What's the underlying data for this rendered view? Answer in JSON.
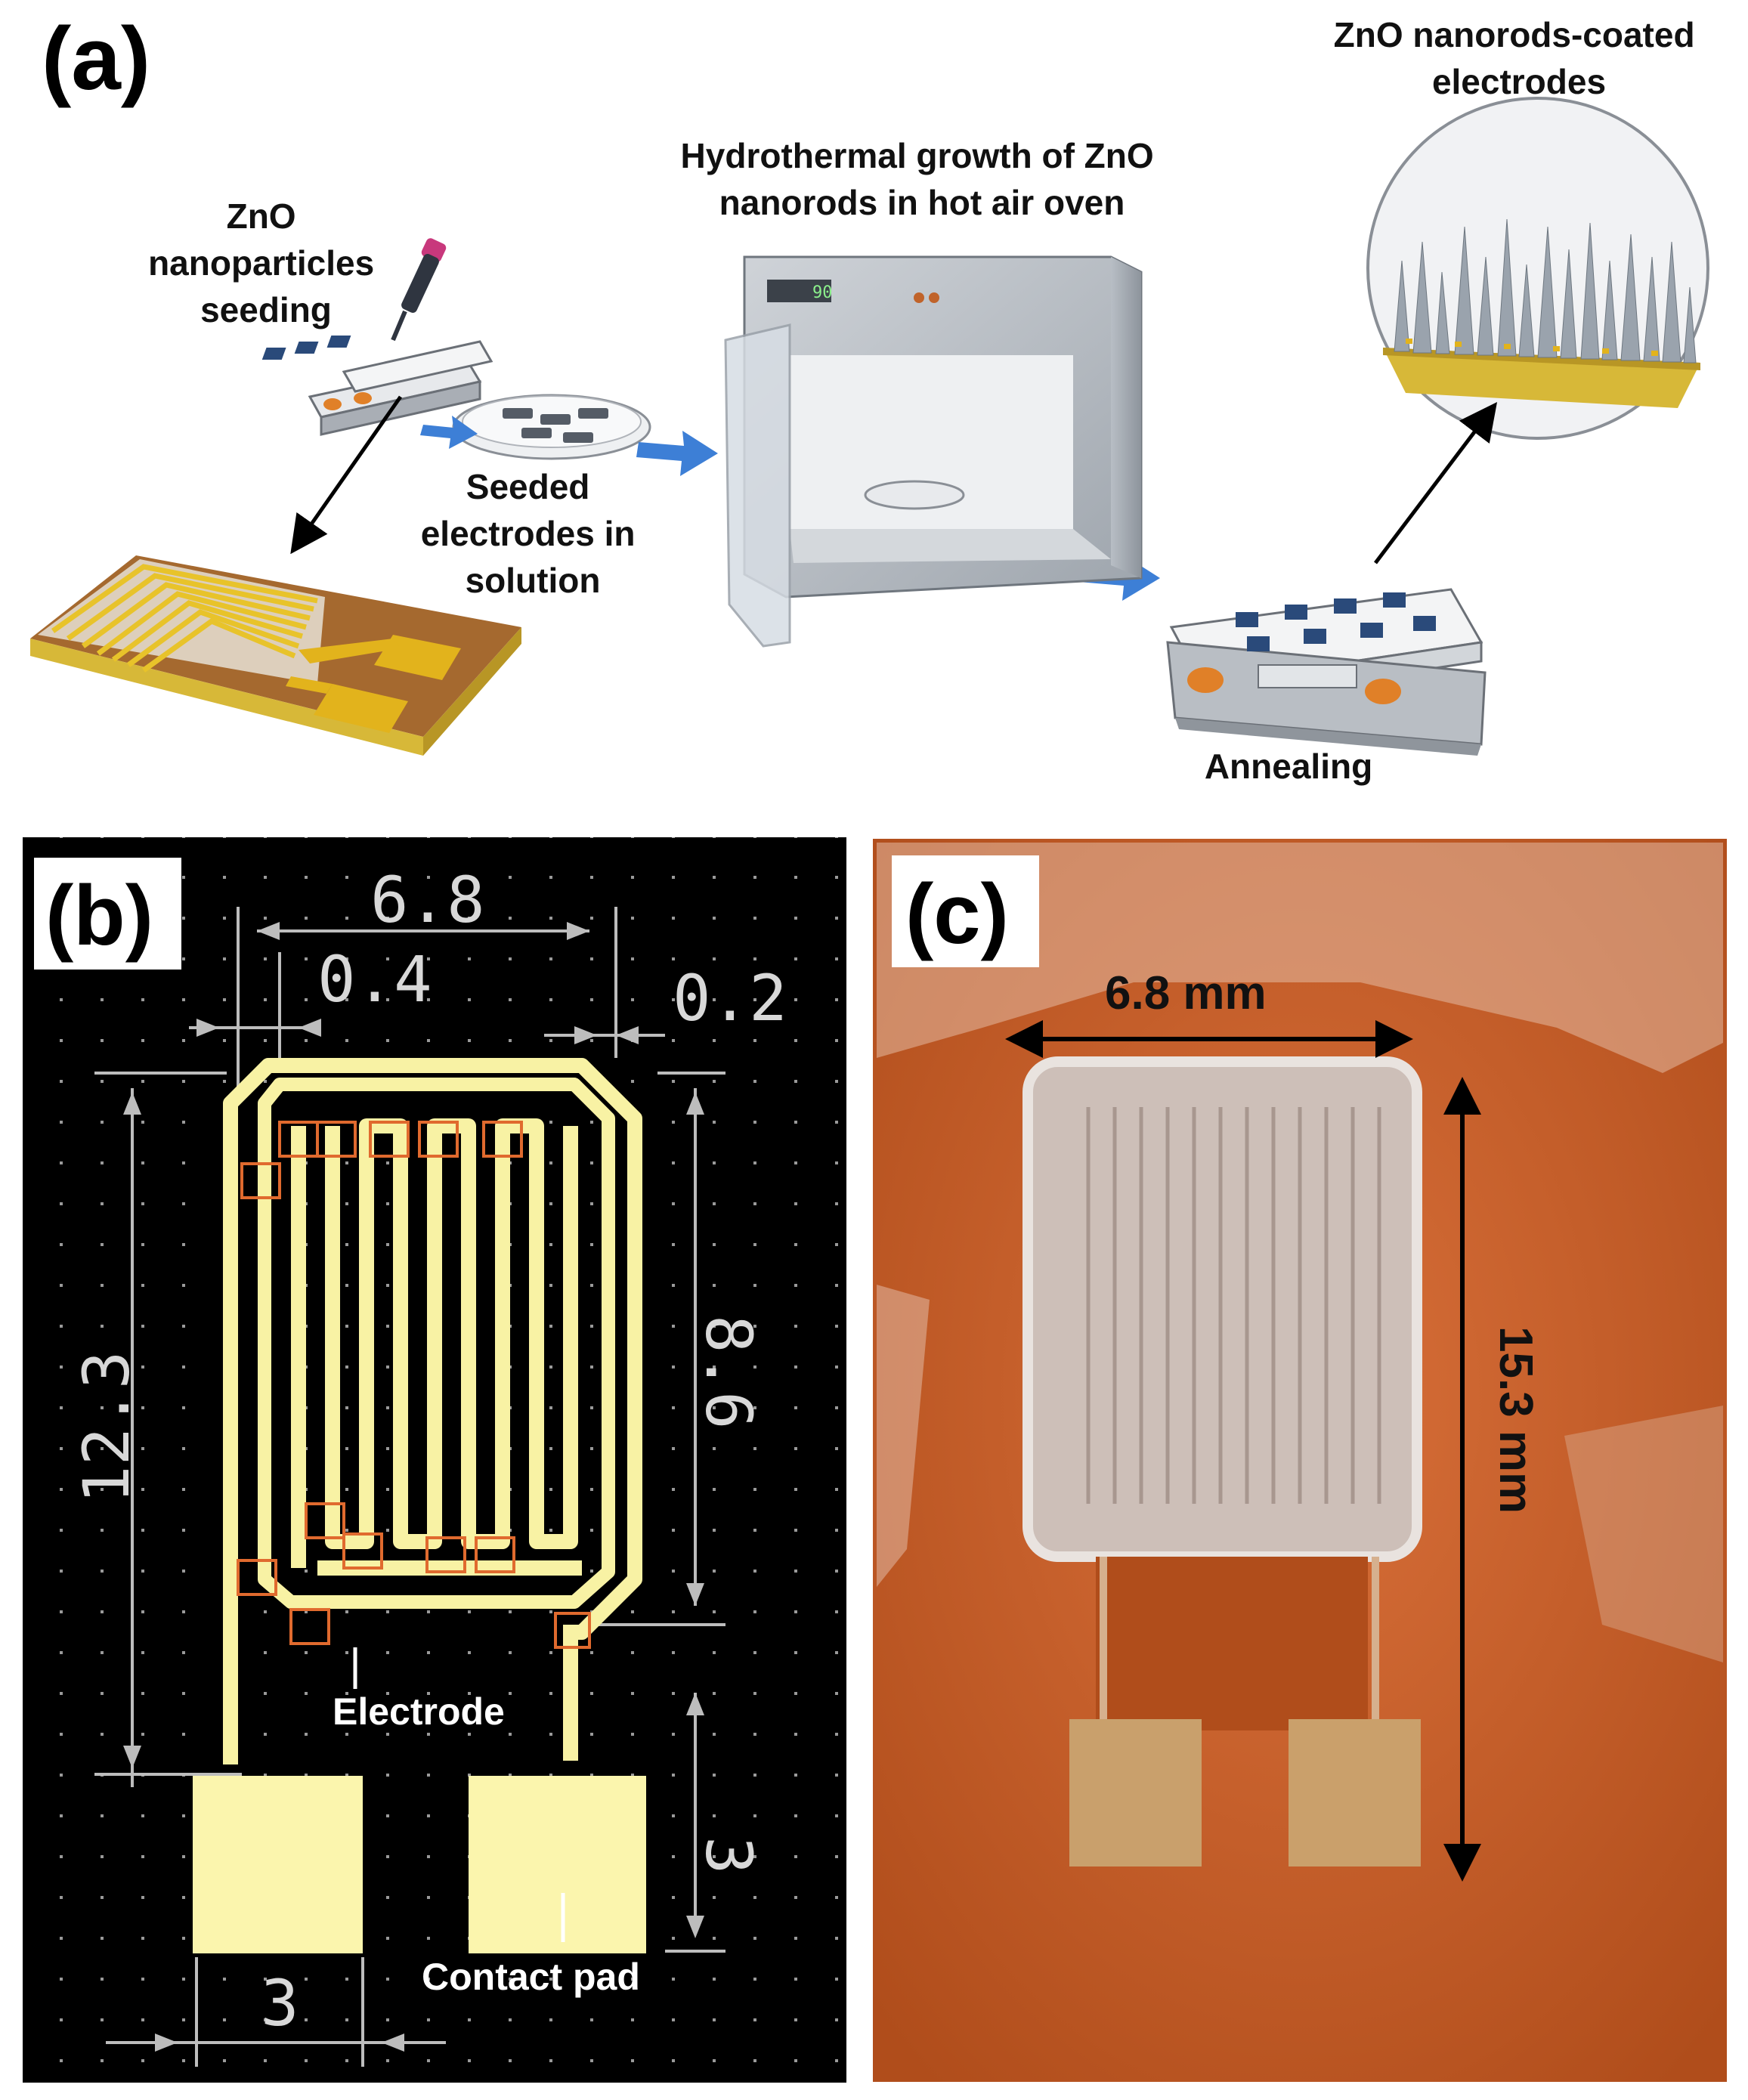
{
  "panel_a": {
    "tag": "(a)",
    "seeding_label": [
      "ZnO",
      "nanoparticles",
      "seeding"
    ],
    "seeded_label": [
      "Seeded",
      "electrodes in",
      "solution"
    ],
    "oven_label": [
      "Hydrothermal growth of ZnO",
      "nanorods in hot air oven"
    ],
    "oven_display": "90",
    "coated_label": [
      "ZnO nanorods-coated",
      "electrodes"
    ],
    "annealing_label": "Annealing"
  },
  "panel_b": {
    "tag": "(b)",
    "dimensions": {
      "width": "6.8",
      "trace": "0.4",
      "gap": "0.2",
      "total_height": "12.3",
      "electrode_height": "8.6",
      "pad_height": "3",
      "pad_width": "3"
    },
    "electrode_label": "Electrode",
    "pad_label": "Contact pad"
  },
  "panel_c": {
    "tag": "(c)",
    "width_label": "6.8 mm",
    "height_label": "15.3 mm"
  },
  "colors": {
    "trace_yellow": "#f8f2a4",
    "pad_yellow": "#fbf5ad",
    "marker_orange": "#e06a2e",
    "substrate_orange": "#c55a22",
    "arrow_blue": "#3d7fd6",
    "gold": "#e2b31c"
  }
}
